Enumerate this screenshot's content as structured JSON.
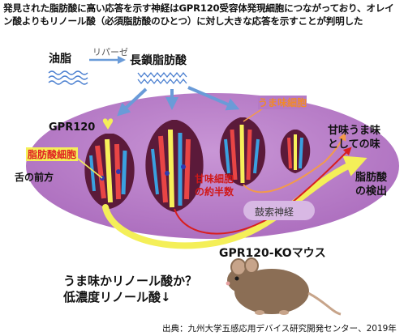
{
  "caption": "発見された脂肪酸に高い応答を示す神経はGPR120受容体発現細胞につながっており、オレイン酸よりもリノール酸（必須脂肪酸のひとつ）に対し大きな応答を示すことが判明した",
  "labels": {
    "oil": "油脂",
    "lipase": "リパーゼ",
    "long_chain_fa": "長鎖脂肪酸",
    "gpr120": "GPR120",
    "fat_cells": "脂肪酸細胞",
    "front_tongue": "舌の前方",
    "umami_cells": "うま味細胞",
    "sweet_cells_line1": "甘味細胞",
    "sweet_cells_line2": "の約半数",
    "sweet_umami_line1": "甘味うま味",
    "sweet_umami_line2": "としての味",
    "fat_detect_line1": "脂肪酸",
    "fat_detect_line2": "の検出",
    "chorda_tympani": "鼓索神経",
    "ko_mouse": "GPR120-KOマウス",
    "question": "うま味かリノール酸か？",
    "low_conc": "低濃度リノール酸↓"
  },
  "source": "出典：九州大学五感応用デバイス研究開発センター、2019年",
  "colors": {
    "tongue": "#b57ac6",
    "arrow_blue": "#6a9bd8",
    "nerve_yellow": "#f4ef58",
    "arrow_red": "#d81f1f",
    "arrow_orange": "#f39a4a"
  }
}
